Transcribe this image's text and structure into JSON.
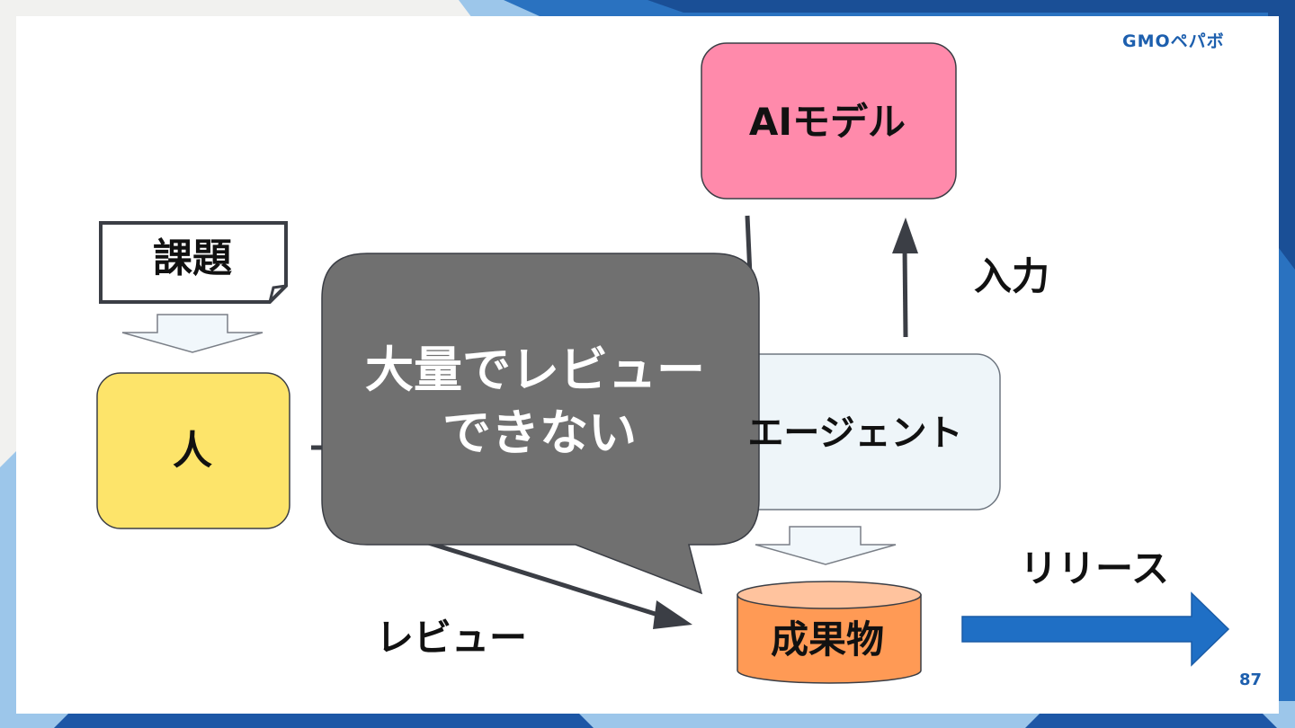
{
  "brand": {
    "logo_text": "GMOペパボ",
    "color": "#1d5fae"
  },
  "page_number": "87",
  "diagram": {
    "task_label": "課題",
    "person_label": "人",
    "ai_model_label": "AIモデル",
    "agent_label": "エージェント",
    "deliverable_label": "成果物",
    "input_label": "入力",
    "review_label": "レビュー",
    "release_label": "リリース"
  },
  "callout": {
    "line1": "大量でレビュー",
    "line2": "できない"
  },
  "colors": {
    "person_fill": "#fde46a",
    "ai_model_fill": "#ff8aab",
    "agent_fill": "#eef5f9",
    "deliverable_fill": "#ff9a55",
    "deliverable_top": "#ffc39e",
    "release_arrow": "#1f6fc5",
    "callout_fill": "#707070",
    "deco_dark_blue": "#1d57a6",
    "deco_light_blue": "#9cc6ea"
  }
}
